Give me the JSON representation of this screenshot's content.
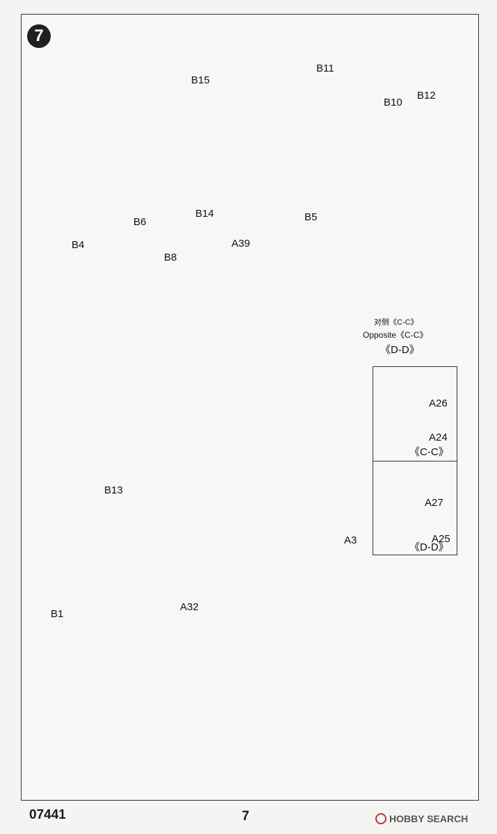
{
  "step": {
    "number": "7"
  },
  "labels": {
    "b15": "B15",
    "b6": "B6",
    "b11": "B11",
    "b14": "B14",
    "b10": "B10",
    "b12": "B12",
    "b5": "B5",
    "b4": "B4",
    "b8": "B8",
    "a39": "A39",
    "b13": "B13",
    "b1": "B1",
    "a3": "A3",
    "a32": "A32"
  },
  "opposite_note": {
    "chinese": "对侧《C-C》",
    "english": "Opposite《C-C》",
    "alt": "《D-D》"
  },
  "legend": {
    "cc": {
      "a26": "A26",
      "a24": "A24",
      "title": "《C-C》"
    },
    "dd": {
      "a27": "A27",
      "a25": "A25",
      "title": "《D-D》"
    }
  },
  "footer": {
    "product_code": "07441",
    "page_number": "7",
    "watermark": "HOBBY SEARCH"
  }
}
